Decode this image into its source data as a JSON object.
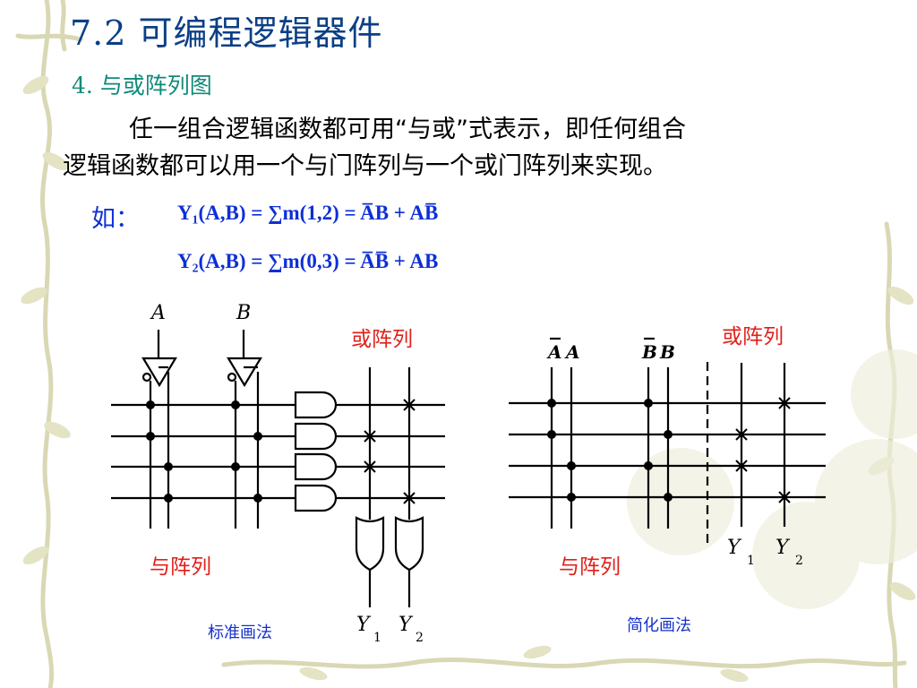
{
  "title": "7.2 可编程逻辑器件",
  "subtitle": "4.  与或阵列图",
  "paragraph_line1": "任一组合逻辑函数都可用“与或”式表示，即任何组合",
  "paragraph_line2": "逻辑函数都可以用一个与门阵列与一个或门阵列来实现。",
  "example_label": "如：",
  "formula1": "Y₁(A,B) = ∑m(1,2) = A̅B + AB̅",
  "formula2": "Y₂(A,B) = ∑m(0,3) = A̅B̅ + AB",
  "left_diagram": {
    "input_a": "A",
    "input_b": "B",
    "or_array_label": "或阵列",
    "and_array_label": "与阵列",
    "output_y": "Y",
    "output_1": "1",
    "output_2": "2",
    "caption": "标准画法"
  },
  "right_diagram": {
    "input_a_bar": "A",
    "input_a": "A",
    "input_b_bar": "B",
    "input_b": "B",
    "or_array_label": "或阵列",
    "and_array_label": "与阵列",
    "output_y": "Y",
    "output_1": "1",
    "output_2": "2",
    "caption": "简化画法"
  },
  "colors": {
    "title": "#0b3f86",
    "subtitle": "#118a7a",
    "formula": "#0e2fd6",
    "array_label": "#e0201a",
    "caption": "#1530c8"
  }
}
